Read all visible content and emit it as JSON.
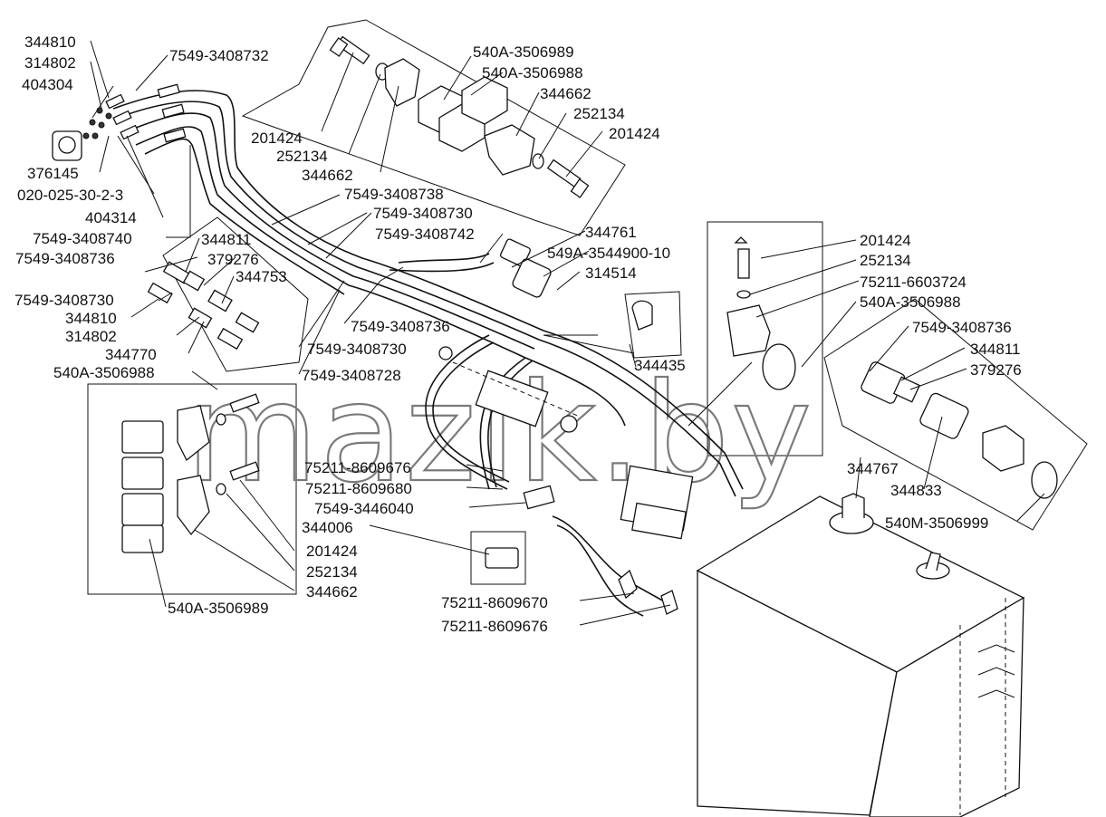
{
  "watermark": "mazik.by",
  "callouts": [
    {
      "id": "c1",
      "text": "344810"
    },
    {
      "id": "c2",
      "text": "314802"
    },
    {
      "id": "c3",
      "text": "404304"
    },
    {
      "id": "c4",
      "text": "7549-3408732"
    },
    {
      "id": "c5",
      "text": "376145"
    },
    {
      "id": "c6",
      "text": "020-025-30-2-3"
    },
    {
      "id": "c7",
      "text": "404314"
    },
    {
      "id": "c8",
      "text": "7549-3408740"
    },
    {
      "id": "c9",
      "text": "540A-3506989"
    },
    {
      "id": "c10",
      "text": "540A-3506988"
    },
    {
      "id": "c11",
      "text": "344662"
    },
    {
      "id": "c12",
      "text": "252134"
    },
    {
      "id": "c13",
      "text": "201424"
    },
    {
      "id": "c14",
      "text": "201424"
    },
    {
      "id": "c15",
      "text": "252134"
    },
    {
      "id": "c16",
      "text": "344662"
    },
    {
      "id": "c17",
      "text": "7549-3408738"
    },
    {
      "id": "c18",
      "text": "7549-3408730"
    },
    {
      "id": "c19",
      "text": "7549-3408742"
    },
    {
      "id": "c20",
      "text": "344761"
    },
    {
      "id": "c21",
      "text": "549A-3544900-10"
    },
    {
      "id": "c22",
      "text": "314514"
    },
    {
      "id": "c23",
      "text": "344811"
    },
    {
      "id": "c24",
      "text": "379276"
    },
    {
      "id": "c25",
      "text": "7549-3408736"
    },
    {
      "id": "c26",
      "text": "344753"
    },
    {
      "id": "c27",
      "text": "7549-3408730"
    },
    {
      "id": "c28",
      "text": "344810"
    },
    {
      "id": "c29",
      "text": "314802"
    },
    {
      "id": "c30",
      "text": "344770"
    },
    {
      "id": "c31",
      "text": "7549-3408736"
    },
    {
      "id": "c32",
      "text": "7549-3408730"
    },
    {
      "id": "c33",
      "text": "7549-3408728"
    },
    {
      "id": "c34",
      "text": "344435"
    },
    {
      "id": "c35",
      "text": "540A-3506988"
    },
    {
      "id": "c36",
      "text": "201424"
    },
    {
      "id": "c37",
      "text": "252134"
    },
    {
      "id": "c38",
      "text": "75211-6603724"
    },
    {
      "id": "c39",
      "text": "540A-3506988"
    },
    {
      "id": "c40",
      "text": "7549-3408736"
    },
    {
      "id": "c41",
      "text": "344811"
    },
    {
      "id": "c42",
      "text": "379276"
    },
    {
      "id": "c43",
      "text": "75211-8609676"
    },
    {
      "id": "c44",
      "text": "75211-8609680"
    },
    {
      "id": "c45",
      "text": "7549-3446040"
    },
    {
      "id": "c46",
      "text": "344006"
    },
    {
      "id": "c47",
      "text": "201424"
    },
    {
      "id": "c48",
      "text": "252134"
    },
    {
      "id": "c49",
      "text": "344662"
    },
    {
      "id": "c50",
      "text": "540A-3506989"
    },
    {
      "id": "c51",
      "text": "344767"
    },
    {
      "id": "c52",
      "text": "344833"
    },
    {
      "id": "c53",
      "text": "540M-3506999"
    },
    {
      "id": "c54",
      "text": "75211-8609670"
    },
    {
      "id": "c55",
      "text": "75211-8609676"
    }
  ]
}
